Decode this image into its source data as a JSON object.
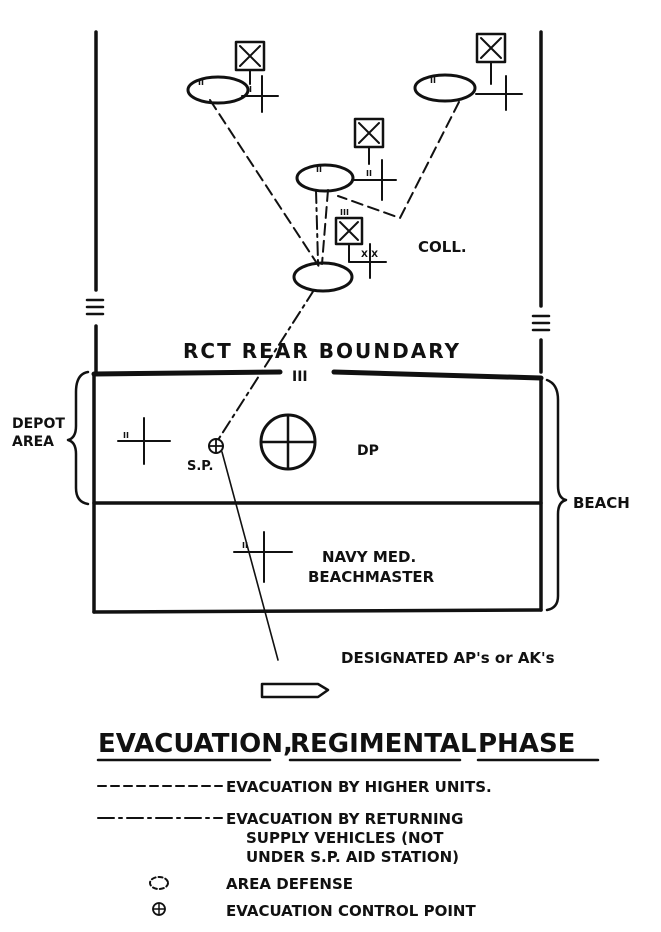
{
  "labels": {
    "coll": "COLL.",
    "boundary_title": "RCT REAR BOUNDARY",
    "echelon_mark": "III",
    "depot_line1": "DEPOT",
    "depot_line2": "AREA",
    "sp": "S.P.",
    "dp": "DP",
    "beach": "BEACH",
    "navy_line1": "NAVY MED.",
    "navy_line2": "BEACHMASTER",
    "ships": "DESIGNATED AP's or AK's",
    "unit_mark_ii": "II",
    "unit_mark_iii": "III",
    "unit_mark_xx": "X X"
  },
  "title": {
    "part1": "EVACUATION,",
    "part2": "REGIMENTAL",
    "part3": "PHASE"
  },
  "legend": [
    {
      "symbol": "dashed-line",
      "text": "EVACUATION BY HIGHER UNITS."
    },
    {
      "symbol": "dash-dot-line",
      "lines": [
        "EVACUATION BY RETURNING",
        "SUPPLY VEHICLES (NOT",
        "UNDER S.P. AID STATION)"
      ]
    },
    {
      "symbol": "dashed-circle",
      "text": "AREA DEFENSE"
    },
    {
      "symbol": "circle-cross",
      "text": "EVACUATION CONTROL POINT"
    }
  ],
  "colors": {
    "ink": "#111111",
    "paper": "#ffffff"
  }
}
